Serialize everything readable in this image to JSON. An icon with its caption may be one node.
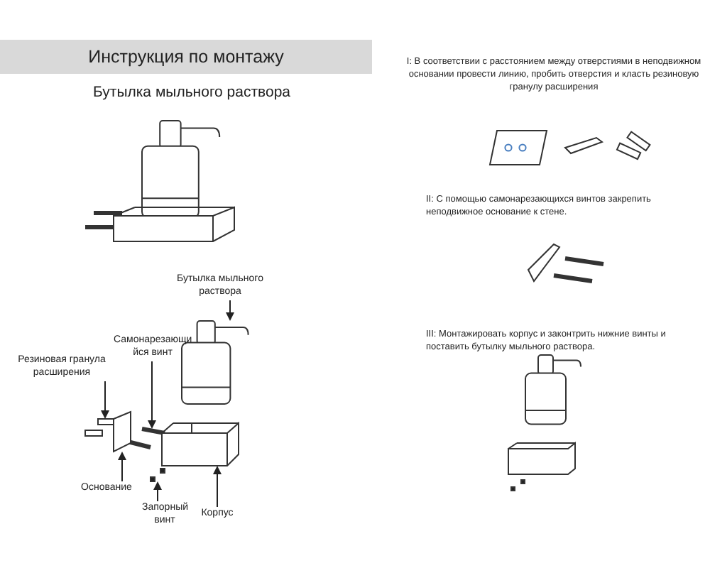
{
  "diagram": {
    "title": "Инструкция по монтажу",
    "nodes": [
      {
        "text": [
          "Бутылка мыльного раствора"
        ]
      },
      {
        "text": [],
        "shape": "picture"
      },
      {
        "text": [
          "Самонарезающи йся винт"
        ]
      },
      {
        "text": [],
        "shape": "picture"
      },
      {
        "text": [
          "Резиновая гранула расширения"
        ]
      },
      {
        "text": [],
        "shape": "picture"
      },
      {
        "text": [
          "Основание"
        ]
      },
      {
        "text": [],
        "shape": "bar"
      },
      {
        "text": [
          "Запорный винт"
        ]
      },
      {
        "text": [],
        "shape": "box"
      },
      {
        "text": [
          "Корпус"
        ]
      },
      {
        "text": [],
        "shape": "picture"
      }
    ],
    "edges": [
      {
        "from": 0,
        "to": 1,
        "arrow": "to"
      },
      {
        "from": 2,
        "to": 3,
        "arrow": "to"
      },
      {
        "from": 4,
        "to": 5,
        "arrow": "to"
      },
      {
        "from": 6,
        "to": 7,
        "arrow": "to"
      },
      {
        "from": 8,
        "to": 9,
        "arrow": "to"
      },
      {
        "from": 10,
        "to": 11,
        "arrow": "to"
      }
    ],
    "labels": [
      "Бутылка мыльного раствора",
      "I: В соответствии с расстоянием между отверстиями в неподвижном основании провести линию, пробить отверстия и класть резиновую гранулу расширения",
      "II: С помощью самонарезающихся винтов закрепить неподвижное основание к стене.",
      "III: Монтажировать корпус и законтрить нижние винты и поставить бутылку мыльного раствора."
    ]
  }
}
